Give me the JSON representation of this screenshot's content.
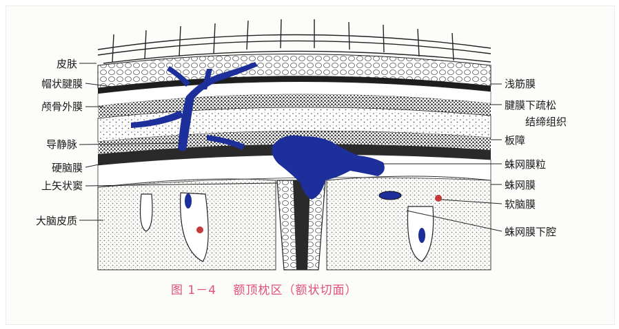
{
  "labels_left": [
    "皮肤",
    "帽状腱膜",
    "颅骨外膜",
    "导静脉",
    "硬脑膜",
    "上矢状窦",
    "大脑皮质"
  ],
  "labels_right": [
    "浅筋膜",
    "腱膜下疏松",
    "结缔组织",
    "板障",
    "蛛网膜粒",
    "蛛网膜",
    "软脑膜",
    "蛛网膜下腔"
  ],
  "caption": "图 1－4　 额顶枕区（额状切面）",
  "colors": {
    "vein": "#1c2f9a",
    "caption": "#e0507d",
    "ink": "#1a1a1a",
    "pia": "#c23a3a"
  }
}
